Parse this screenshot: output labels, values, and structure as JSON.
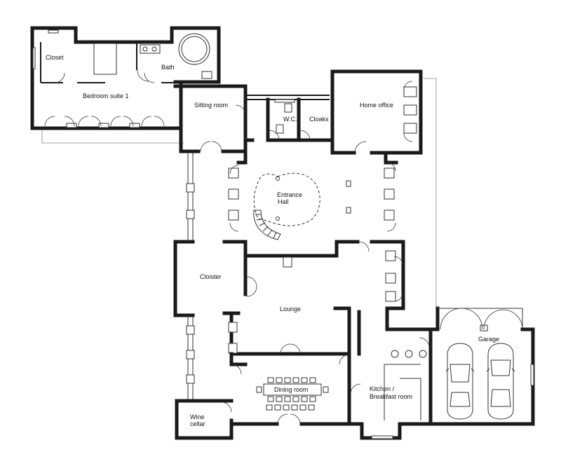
{
  "rooms": {
    "closet": "Closet",
    "bath": "Bath",
    "bedroom_suite": "Bedroom suite 1",
    "sitting_room": "Sitting room",
    "wc": "W.C.",
    "cloaks": "Cloaks",
    "home_office": "Home office",
    "entrance_hall_line1": "Entrance",
    "entrance_hall_line2": "Hall",
    "cloister": "Cloister",
    "lounge": "Lounge",
    "garage": "Garage",
    "dining_room": "Dining room",
    "kitchen_line1": "Kitchen /",
    "kitchen_line2": "Breakfast room",
    "wine_cellar_line1": "Wine",
    "wine_cellar_line2": "cellar"
  }
}
